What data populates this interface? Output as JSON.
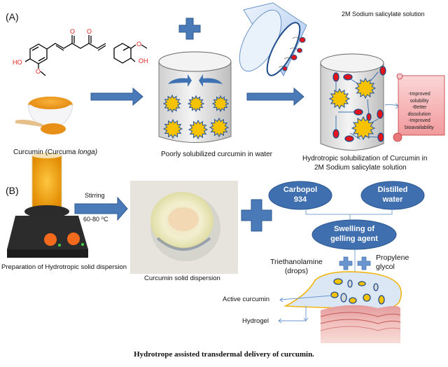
{
  "panels": {
    "a": {
      "label": "(A)",
      "molecule": {
        "left_oh": "HO",
        "right_oh": "OH",
        "carbonyl_o": "O",
        "methoxy_o": "O"
      },
      "solution_label": "2M Sodium salicylate solution",
      "curcumin_caption": "Curcumin (Curcuma ",
      "curcumin_caption_italic": "longa)",
      "beaker1_caption": "Poorly solubilized curcumin in water",
      "beaker2_caption_line1": "Hydrotropic solubilization of Curcumin in",
      "beaker2_caption_line2": "2M Sodium salicylate solution",
      "benefits": [
        "-Improved",
        "solubility",
        "-Better",
        "dissolution",
        "-Improved",
        "bioavailability"
      ]
    },
    "b": {
      "label": "(B)",
      "arrow_top_label": "Stirring",
      "arrow_bottom_label": "60-80 ⁰C",
      "stirrer_caption": "Preparation of Hydrotropic solid dispersion",
      "dispersion_caption": "Curcumin solid dispersion",
      "ovals": {
        "carbopol_line1": "Carbopol",
        "carbopol_line2": "934",
        "water_line1": "Distilled",
        "water_line2": "water",
        "swelling_line1": "Swelling of",
        "swelling_line2": "gelling agent"
      },
      "triethanolamine_line1": "Triethanolamine",
      "triethanolamine_line2": "(drops)",
      "propylene_line1": "Propylene",
      "propylene_line2": "glycol",
      "active_curcumin": "Active curcumin",
      "hydrogel": "Hydrogel"
    }
  },
  "caption": "Hydrotrope assisted transdermal delivery of curcumin.",
  "colors": {
    "arrow_blue": "#4a7ab8",
    "oval_blue": "#3f6fae",
    "star_yellow": "#f7c200",
    "molecule_red": "#e0201a",
    "scroll_pink": "#f7b7b9"
  }
}
